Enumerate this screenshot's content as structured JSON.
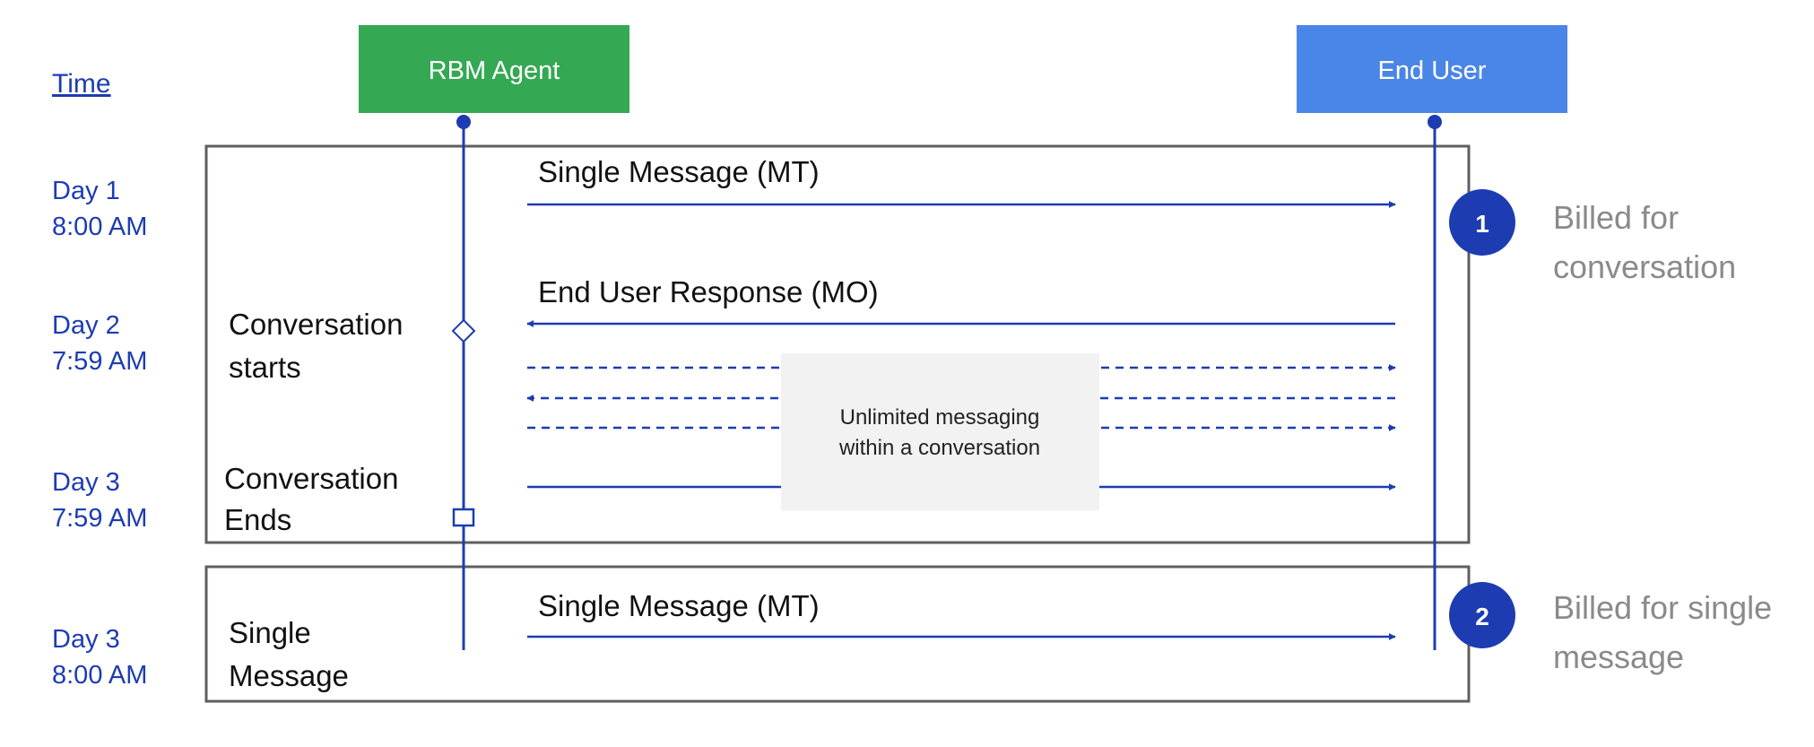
{
  "time_header": "Time",
  "participants": {
    "agent": "RBM Agent",
    "user": "End User"
  },
  "time_labels": [
    {
      "day": "Day 1",
      "time": "8:00 AM"
    },
    {
      "day": "Day 2",
      "time": "7:59 AM"
    },
    {
      "day": "Day 3",
      "time": "7:59 AM"
    },
    {
      "day": "Day 3",
      "time": "8:00 AM"
    }
  ],
  "events": {
    "conversation_starts": [
      "Conversation",
      "starts"
    ],
    "conversation_ends": [
      "Conversation",
      "Ends"
    ],
    "single_message": [
      "Single",
      "Message"
    ]
  },
  "messages": {
    "mt_1": "Single Message (MT)",
    "mo": "End User Response (MO)",
    "mt_2": "Single Message (MT)"
  },
  "unlimited_note": [
    "Unlimited messaging",
    "within a conversation"
  ],
  "billing": [
    {
      "badge": "1",
      "lines": [
        "Billed for",
        "conversation"
      ]
    },
    {
      "badge": "2",
      "lines": [
        "Billed for single",
        "message"
      ]
    }
  ],
  "colors": {
    "agent_box": "#34a853",
    "user_box": "#4a86e8",
    "lifeline": "#1d3cb2",
    "time_text": "#1d3cb2",
    "badge": "#1d3cb2",
    "billing_text": "#8a8a8a",
    "frame": "#5f5f5f",
    "note_bg": "#f2f2f2"
  }
}
